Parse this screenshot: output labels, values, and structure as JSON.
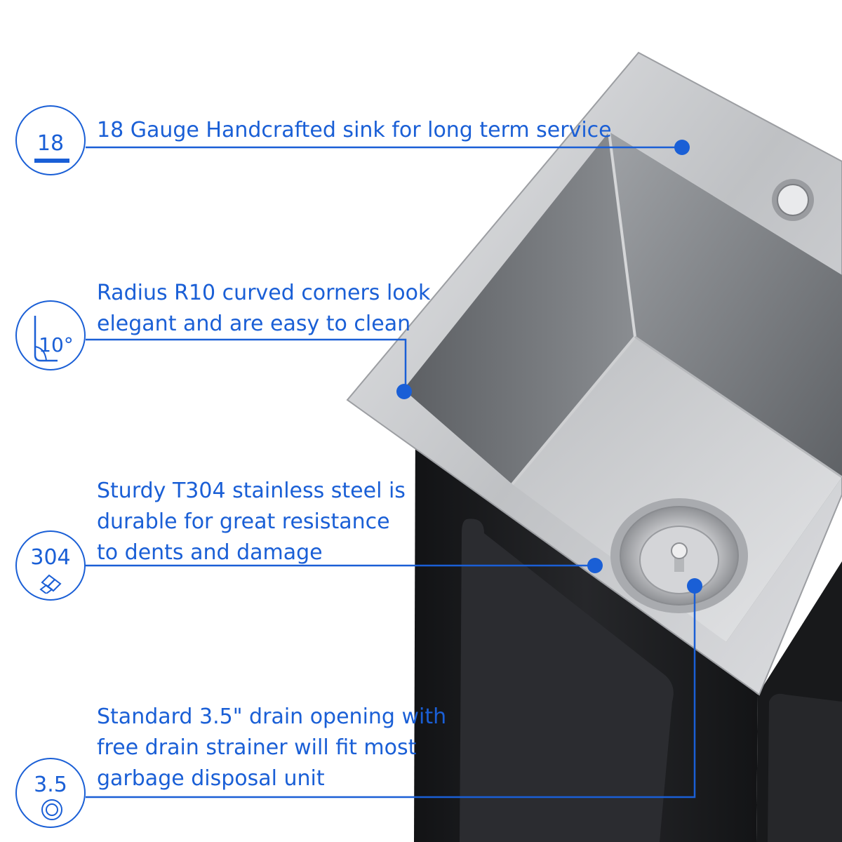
{
  "colors": {
    "accent": "#1a5fd6",
    "background": "#ffffff",
    "steel_light": "#d9dadc",
    "steel_dark": "#6d6f73",
    "sink_body": "#1c1d20"
  },
  "features": [
    {
      "badge": {
        "icon": "gauge-18-icon",
        "text": "18"
      },
      "lines": [
        "18 Gauge Handcrafted sink for long term service"
      ]
    },
    {
      "badge": {
        "icon": "corner-angle-icon",
        "text": "10°"
      },
      "lines": [
        "Radius R10 curved corners look",
        "elegant and are easy to clean"
      ]
    },
    {
      "badge": {
        "icon": "steel-bars-icon",
        "text": "304"
      },
      "lines": [
        "Sturdy T304 stainless steel is",
        "durable for great resistance",
        "to dents and damage"
      ]
    },
    {
      "badge": {
        "icon": "drain-ring-icon",
        "text": "3.5"
      },
      "lines": [
        "Standard 3.5\" drain opening with",
        "free drain strainer will fit most",
        "garbage disposal unit"
      ]
    }
  ]
}
